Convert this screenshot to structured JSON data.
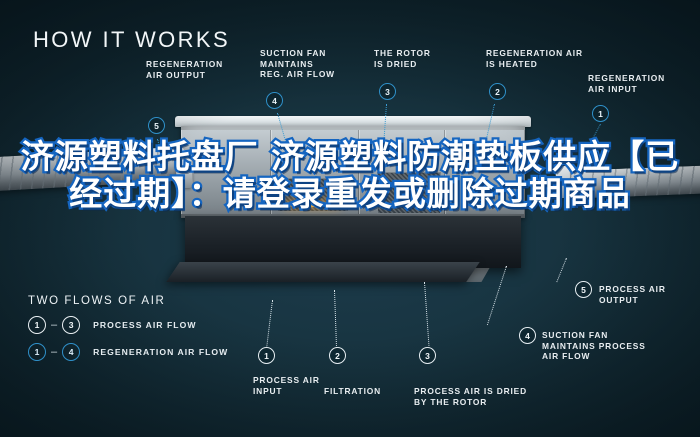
{
  "infographic": {
    "title": "HOW IT WORKS",
    "callouts_top": [
      {
        "id": "regeneration-air-output",
        "number": "5",
        "label": "REGENERATION\nAIR OUTPUT"
      },
      {
        "id": "suction-fan-reg",
        "number": "4",
        "label": "SUCTION FAN\nMAINTAINS\nREG. AIR FLOW"
      },
      {
        "id": "rotor-is-dried",
        "number": "3",
        "label": "THE ROTOR\nIS DRIED"
      },
      {
        "id": "regeneration-air-heated",
        "number": "2",
        "label": "REGENERATION AIR\nIS HEATED"
      },
      {
        "id": "regeneration-air-input",
        "number": "1",
        "label": "REGENERATION\nAIR INPUT"
      }
    ],
    "callouts_bottom": [
      {
        "id": "process-air-input",
        "number": "1",
        "label": "PROCESS AIR\nINPUT"
      },
      {
        "id": "filtration",
        "number": "2",
        "label": "FILTRATION"
      },
      {
        "id": "process-air-dried",
        "number": "3",
        "label": "PROCESS AIR IS DRIED\nBY THE ROTOR"
      },
      {
        "id": "suction-fan-process",
        "number": "4",
        "label": "SUCTION FAN\nMAINTAINS PROCESS\nAIR FLOW"
      },
      {
        "id": "process-air-output",
        "number": "5",
        "label": "PROCESS AIR\nOUTPUT"
      }
    ],
    "legend": {
      "title": "TWO FLOWS OF AIR",
      "rows": [
        {
          "from": "1",
          "dash": "–",
          "to": "3",
          "label": "PROCESS AIR FLOW",
          "style": "white"
        },
        {
          "from": "1",
          "dash": "–",
          "to": "4",
          "label": "REGENERATION AIR FLOW",
          "style": "blue"
        }
      ]
    },
    "colors": {
      "background": "#10262f",
      "accent_blue": "#2f90c9",
      "overlay_stroke": "#1565c0",
      "overlay_fill": "#ffffff",
      "label_text": "#e9eef1",
      "rotor_glow": "#f0a93b"
    }
  },
  "overlay": {
    "text": "济源塑料托盘厂 济源塑料防潮垫板供应【已经过期】：请登录重发或删除过期商品"
  }
}
